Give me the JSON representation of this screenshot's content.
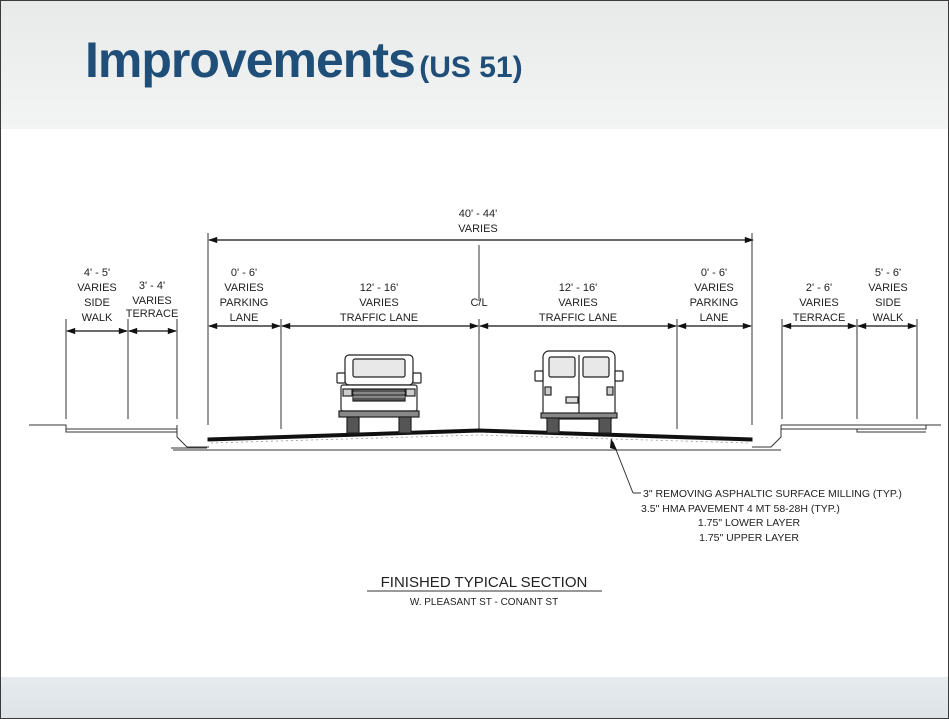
{
  "title": {
    "main": "Improvements",
    "sub": "(US 51)"
  },
  "overall": {
    "width": "40' - 44'",
    "varies": "VARIES"
  },
  "centerline": "C/L",
  "left_segments": [
    {
      "dim": "4' - 5'",
      "varies": "VARIES",
      "name1": "SIDE",
      "name2": "WALK"
    },
    {
      "dim": "3' - 4'",
      "varies": "VARIES",
      "name1": "TERRACE",
      "name2": ""
    },
    {
      "dim": "0' - 6'",
      "varies": "VARIES",
      "name1": "PARKING",
      "name2": "LANE"
    },
    {
      "dim": "12' - 16'",
      "varies": "VARIES",
      "name1": "TRAFFIC LANE",
      "name2": ""
    }
  ],
  "right_segments": [
    {
      "dim": "12' - 16'",
      "varies": "VARIES",
      "name1": "TRAFFIC LANE",
      "name2": ""
    },
    {
      "dim": "0' - 6'",
      "varies": "VARIES",
      "name1": "PARKING",
      "name2": "LANE"
    },
    {
      "dim": "2' - 6'",
      "varies": "VARIES",
      "name1": "TERRACE",
      "name2": ""
    },
    {
      "dim": "5' - 6'",
      "varies": "VARIES",
      "name1": "SIDE",
      "name2": "WALK"
    }
  ],
  "pavement_notes": [
    "3\" REMOVING ASPHALTIC SURFACE MILLING (TYP.)",
    "3.5\" HMA PAVEMENT 4 MT 58-28H (TYP.)",
    "1.75\" LOWER LAYER",
    "1.75\" UPPER LAYER"
  ],
  "section": {
    "title": "FINISHED TYPICAL SECTION",
    "subtitle": "W. PLEASANT ST - CONANT ST"
  },
  "colors": {
    "title": "#1f4e79",
    "line": "#111111"
  }
}
